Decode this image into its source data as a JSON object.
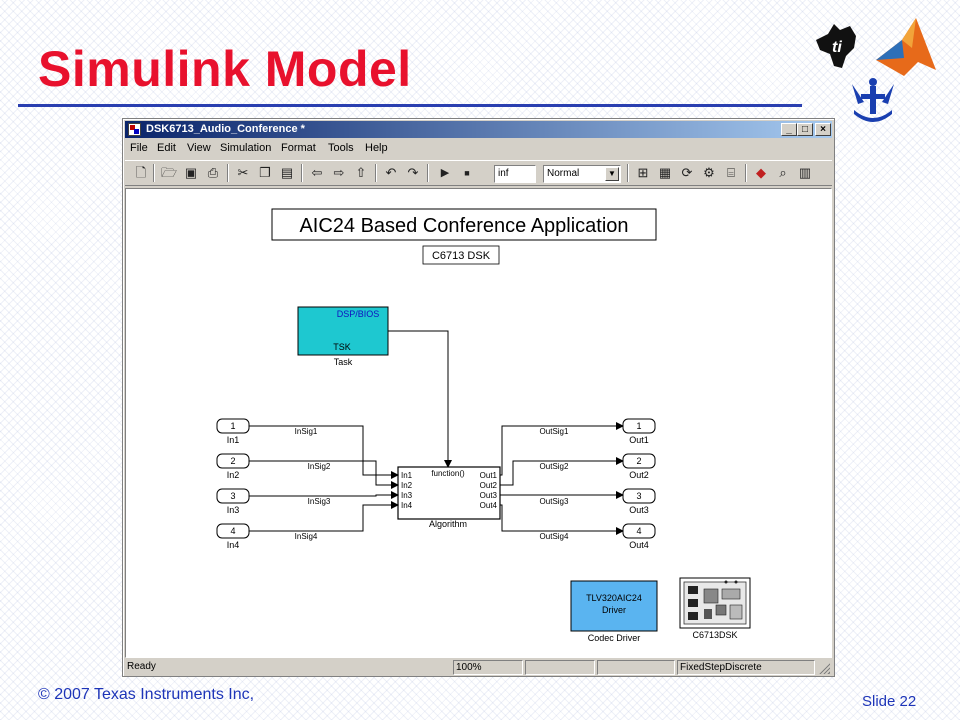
{
  "slide": {
    "title": "Simulink Model",
    "copyright": "© 2007 Texas Instruments Inc,",
    "slide_number": "Slide 22",
    "title_color": "#e8112d",
    "footer_color": "#1d34b8"
  },
  "window": {
    "title": "DSK6713_Audio_Conference *",
    "minimize": "_",
    "maximize": "□",
    "close": "×"
  },
  "menu": [
    "File",
    "Edit",
    "View",
    "Simulation",
    "Format",
    "Tools",
    "Help"
  ],
  "toolbar": {
    "stop_time": "inf",
    "sim_mode": "Normal",
    "icons": [
      "new-file-icon",
      "open-folder-icon",
      "save-icon",
      "print-icon",
      "cut-icon",
      "copy-icon",
      "paste-icon",
      "back-arrow-icon",
      "forward-arrow-icon",
      "up-arrow-icon",
      "undo-icon",
      "redo-icon",
      "play-icon",
      "stop-icon",
      "library-browser-icon",
      "build-icon",
      "update-icon",
      "debug-icon",
      "model-explorer-icon",
      "zoom-icon",
      "properties-icon"
    ]
  },
  "model": {
    "heading": "AIC24 Based Conference Application",
    "subheading": "C6713 DSK",
    "task": {
      "tag": "DSP/BIOS",
      "label": "TSK",
      "name": "Task",
      "color": "#1ec8d0"
    },
    "inports": [
      {
        "num": "1",
        "name": "In1",
        "signal": "InSig1"
      },
      {
        "num": "2",
        "name": "In2",
        "signal": "InSig2"
      },
      {
        "num": "3",
        "name": "In3",
        "signal": "InSig3"
      },
      {
        "num": "4",
        "name": "In4",
        "signal": "InSig4"
      }
    ],
    "outports": [
      {
        "num": "1",
        "name": "Out1",
        "signal": "OutSig1"
      },
      {
        "num": "2",
        "name": "Out2",
        "signal": "OutSig2"
      },
      {
        "num": "3",
        "name": "Out3",
        "signal": "OutSig3"
      },
      {
        "num": "4",
        "name": "Out4",
        "signal": "OutSig4"
      }
    ],
    "algorithm": {
      "name": "Algorithm",
      "trigger": "function()",
      "inputs": [
        "In1",
        "In2",
        "In3",
        "In4"
      ],
      "outputs": [
        "Out1",
        "Out2",
        "Out3",
        "Out4"
      ]
    },
    "codec": {
      "line1": "TLV320AIC24",
      "line2": "Driver",
      "name": "Codec Driver",
      "color": "#5ab4f0"
    },
    "dsk": {
      "name": "C6713DSK"
    }
  },
  "status": {
    "state": "Ready",
    "zoom": "100%",
    "solver": "FixedStepDiscrete"
  }
}
